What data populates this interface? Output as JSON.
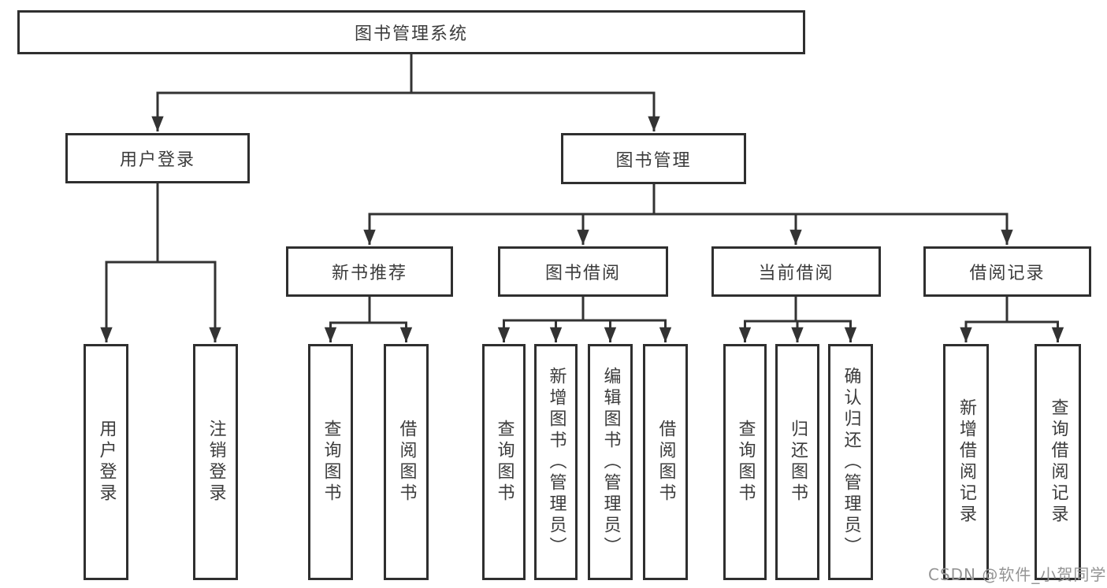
{
  "tree": {
    "root": {
      "label": "图书管理系统"
    },
    "level2": [
      {
        "label": "用户登录",
        "children": [
          {
            "label": "用户登录"
          },
          {
            "label": "注销登录"
          }
        ]
      },
      {
        "label": "图书管理",
        "children": [
          {
            "label": "新书推荐",
            "children": [
              {
                "label": "查询图书"
              },
              {
                "label": "借阅图书"
              }
            ]
          },
          {
            "label": "图书借阅",
            "children": [
              {
                "label": "查询图书"
              },
              {
                "label": "新增图书（管理员）"
              },
              {
                "label": "编辑图书（管理员）"
              },
              {
                "label": "借阅图书"
              }
            ]
          },
          {
            "label": "当前借阅",
            "children": [
              {
                "label": "查询图书"
              },
              {
                "label": "归还图书"
              },
              {
                "label": "确认归还（管理员）"
              }
            ]
          },
          {
            "label": "借阅记录",
            "children": [
              {
                "label": "新增借阅记录"
              },
              {
                "label": "查询借阅记录"
              }
            ]
          }
        ]
      }
    ]
  },
  "watermark": {
    "text": "CSDN @软件_小贺同学"
  },
  "colors": {
    "line": "#333333",
    "box_border": "#2f2f2f",
    "text": "#3c3c3c",
    "watermark": "#949494",
    "background": "#ffffff"
  }
}
